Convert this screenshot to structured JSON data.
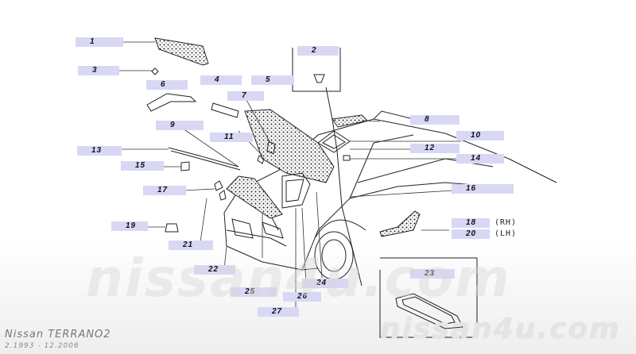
{
  "watermarks": {
    "main": "nissan4u.com",
    "corner": "nissan4u.com"
  },
  "caption": {
    "model": "Nissan TERRANO2",
    "period": "2.1993 - 12.2006"
  },
  "callouts": [
    {
      "id": "c1",
      "label": "1"
    },
    {
      "id": "c2",
      "label": "2"
    },
    {
      "id": "c3",
      "label": "3"
    },
    {
      "id": "c4",
      "label": "4"
    },
    {
      "id": "c5",
      "label": "5"
    },
    {
      "id": "c6",
      "label": "6"
    },
    {
      "id": "c7",
      "label": "7"
    },
    {
      "id": "c8",
      "label": "8"
    },
    {
      "id": "c9",
      "label": "9"
    },
    {
      "id": "c10",
      "label": "10"
    },
    {
      "id": "c11",
      "label": "11"
    },
    {
      "id": "c12",
      "label": "12"
    },
    {
      "id": "c13",
      "label": "13"
    },
    {
      "id": "c14",
      "label": "14"
    },
    {
      "id": "c15",
      "label": "15"
    },
    {
      "id": "c16",
      "label": "16"
    },
    {
      "id": "c17",
      "label": "17"
    },
    {
      "id": "c18",
      "label": "18"
    },
    {
      "id": "c19",
      "label": "19"
    },
    {
      "id": "c20",
      "label": "20"
    },
    {
      "id": "c21",
      "label": "21"
    },
    {
      "id": "c22",
      "label": "22"
    },
    {
      "id": "c23",
      "label": "23"
    },
    {
      "id": "c24",
      "label": "24"
    },
    {
      "id": "c25",
      "label": "25"
    },
    {
      "id": "c26",
      "label": "26"
    },
    {
      "id": "c27",
      "label": "27"
    }
  ],
  "side_notes": {
    "rh": "(RH)",
    "lh": "(LH)"
  }
}
